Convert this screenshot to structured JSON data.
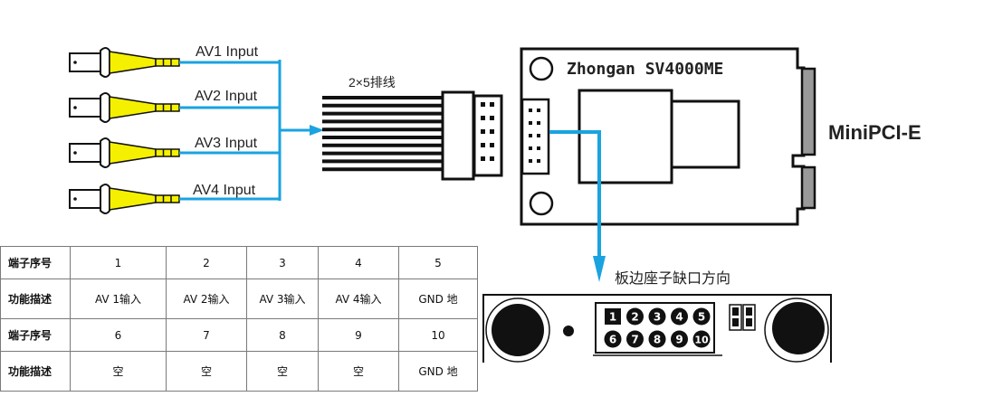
{
  "diagram": {
    "inputs": [
      {
        "label": "AV1 Input"
      },
      {
        "label": "AV2 Input"
      },
      {
        "label": "AV3 Input"
      },
      {
        "label": "AV4 Input"
      }
    ],
    "ribbon_cable_label": "2×5排线",
    "board": {
      "model_label": "Zhongan  SV4000ME",
      "interface_label": "MiniPCI-E"
    },
    "edge_connector_note": "板边座子缺口方向",
    "header_pins": {
      "row1": [
        "1",
        "2",
        "3",
        "4",
        "5"
      ],
      "row2": [
        "6",
        "7",
        "8",
        "9",
        "10"
      ]
    },
    "colors": {
      "wire": "#1aa3e0",
      "plug_yellow": "#f5f000",
      "gold_finger": "#999999",
      "outline": "#111111"
    }
  },
  "pin_table": {
    "rows": [
      {
        "header": "端子序号",
        "cells": [
          "1",
          "2",
          "3",
          "4",
          "5"
        ],
        "kind": "num"
      },
      {
        "header": "功能描述",
        "cells": [
          "AV 1输入",
          "AV 2输入",
          "AV  3输入",
          "AV  4输入",
          "GND 地"
        ],
        "kind": "desc"
      },
      {
        "header": "端子序号",
        "cells": [
          "6",
          "7",
          "8",
          "9",
          "10"
        ],
        "kind": "num"
      },
      {
        "header": "功能描述",
        "cells": [
          "空",
          "空",
          "空",
          "空",
          "GND  地"
        ],
        "kind": "desc"
      }
    ]
  }
}
